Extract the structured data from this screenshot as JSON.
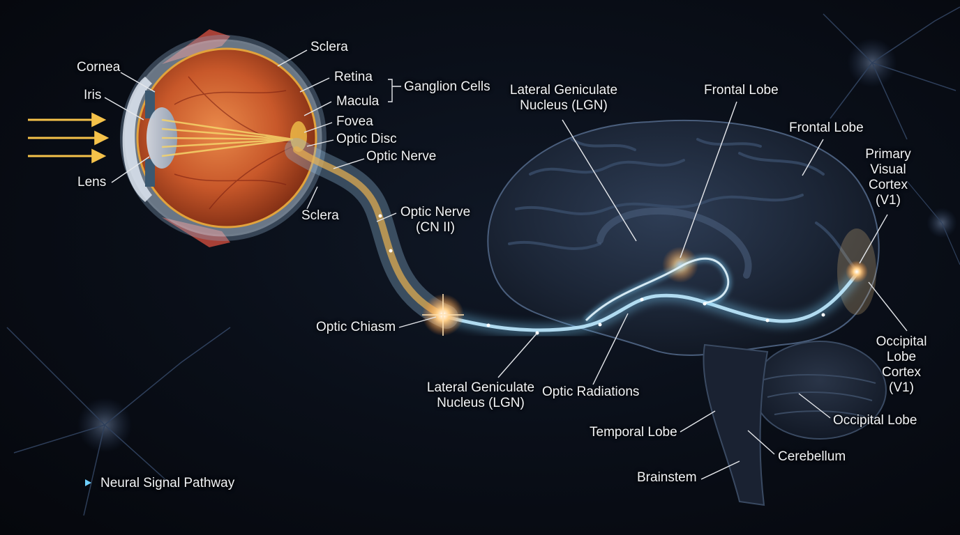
{
  "labels": {
    "cornea": "Cornea",
    "iris": "Iris",
    "lens": "Lens",
    "sclera_top": "Sclera",
    "retina": "Retina",
    "macula": "Macula",
    "ganglion_cells": "Ganglion Cells",
    "fovea": "Fovea",
    "optic_disc": "Optic Disc",
    "optic_nerve": "Optic Nerve",
    "sclera_bottom": "Sclera",
    "optic_nerve_cn": [
      "Optic Nerve",
      "(CN II)"
    ],
    "lgn_top": [
      "Lateral Geniculate",
      "Nucleus (LGN)"
    ],
    "frontal_lobe_top": "Frontal Lobe",
    "frontal_lobe_right": "Frontal Lobe",
    "primary_visual_cortex": [
      "Primary",
      "Visual",
      "Cortex",
      "(V1)"
    ],
    "optic_chiasm": "Optic Chiasm",
    "lgn_bottom": [
      "Lateral Geniculate",
      "Nucleus (LGN)"
    ],
    "optic_radiations": "Optic Radiations",
    "occipital_lobe_cortex": [
      "Occipital",
      "Lobe",
      "Cortex",
      "(V1)"
    ],
    "occipital_lobe": "Occipital Lobe",
    "temporal_lobe": "Temporal Lobe",
    "cerebellum": "Cerebellum",
    "brainstem": "Brainstem"
  },
  "legend": {
    "label": "Neural Signal Pathway"
  },
  "colors": {
    "background": "#05070c",
    "pathway_glow": "#7fd4ff",
    "signal_core": "#ffffff",
    "spark": "#ffb060",
    "light_rays": "#f5c24a",
    "eye_interior": "#c8582a",
    "label_text": "#f2f4f7",
    "leader_line": "#e6e8ec"
  }
}
